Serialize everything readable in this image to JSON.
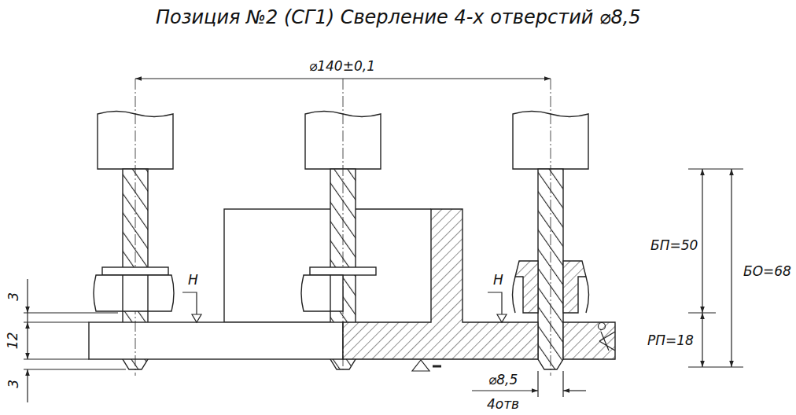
{
  "diagram": {
    "title": "Позиция №2 (СГ1) Сверление 4-х отверстий ⌀8,5",
    "labels": [
      "⌀140±0,1",
      "H",
      "H",
      "3",
      "12",
      "3",
      "⌀8,5",
      "4отв",
      "БП=50",
      "РП=18",
      "БО=68"
    ]
  }
}
